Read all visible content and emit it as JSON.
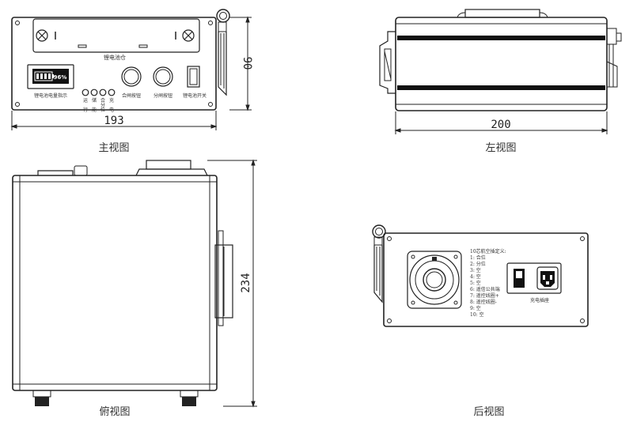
{
  "views": {
    "front": {
      "caption": "主视图",
      "battery_bay": "锂电池仓",
      "battery_indicator": "锂电池电量指示",
      "battery_display": "96%",
      "close_button": "合闸按钮",
      "open_button": "分闸按钮",
      "battery_switch": "锂电池开关",
      "lamp_labels_top": [
        "运",
        "储",
        "合",
        "充"
      ],
      "lamp_labels_bottom": [
        "行",
        "能",
        "位",
        "电"
      ],
      "lamp_extra": "分",
      "dim_width": "193",
      "dim_height": "90"
    },
    "left": {
      "caption": "左视图",
      "dim_width": "200"
    },
    "top": {
      "caption": "俯视图",
      "dim_height": "234"
    },
    "rear": {
      "caption": "后视图",
      "pin_title": "10芯航空插定义:",
      "pins": [
        "1: 合位",
        "2: 分位",
        "3: 空",
        "4: 空",
        "5: 空",
        "6: 遥信公共端",
        "7: 遥控线圈+",
        "8: 遥控线圈-",
        "9: 空",
        "10: 空"
      ],
      "charge_port": "充电插座"
    }
  }
}
